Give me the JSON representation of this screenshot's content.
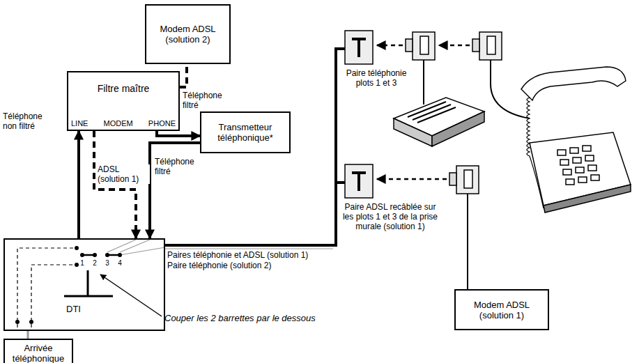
{
  "diagram": {
    "nodes": [
      {
        "text": [
          "Modem ADSL (solution 2)"
        ]
      },
      {
        "text": [
          "Filtre maître",
          "LINE",
          "MODEM",
          "PHONE"
        ]
      },
      {
        "text": [
          "Transmetteur téléphonique*"
        ]
      },
      {
        "text": [
          "DTI"
        ]
      },
      {
        "text": [
          "Arrivée téléphonique"
        ]
      },
      {
        "text": [
          "Modem ADSL (solution 1)"
        ]
      }
    ],
    "edges": [
      {
        "from": 1,
        "to": 0,
        "arrow": "none"
      },
      {
        "from": 1,
        "to": 2,
        "label": "Téléphone filtré",
        "arrow": "to"
      },
      {
        "from": 2,
        "to": 3,
        "label": "Téléphone filtré",
        "arrow": "to"
      },
      {
        "from": 3,
        "to": 1,
        "label": "Téléphone non filtré",
        "arrow": "to"
      },
      {
        "from": 1,
        "to": 3,
        "label": "ADSL (solution 1)",
        "arrow": "to"
      },
      {
        "from": 4,
        "to": 3,
        "arrow": "none"
      }
    ],
    "labels": [
      "Paire téléphonie plots 1 et 3",
      "Paire ADSL recâblée sur les plots 1 et 3 de la prise murale (solution 1)",
      "Paires téléphonie et ADSL (solution 1)",
      "Paire téléphonie (solution 2)",
      "Couper les 2 barrettes par le dessous",
      "1",
      "2",
      "3",
      "4"
    ]
  }
}
